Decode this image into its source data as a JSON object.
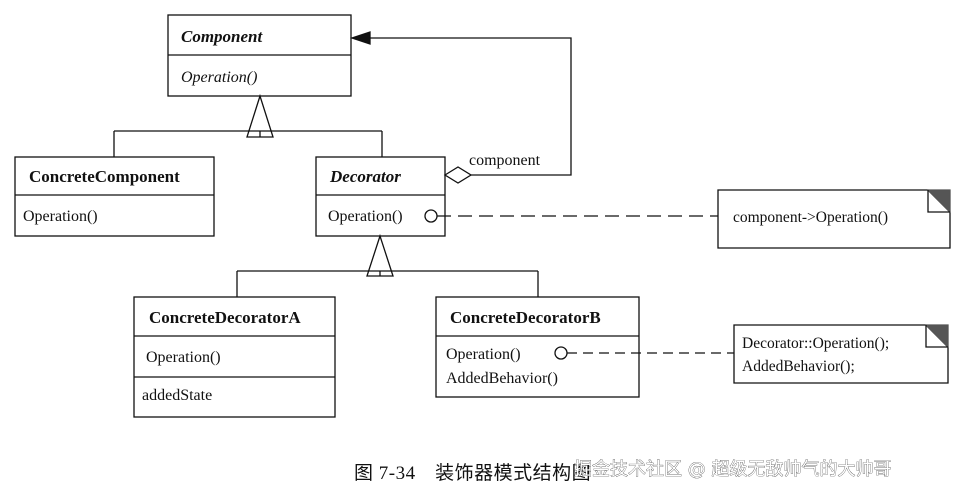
{
  "classes": {
    "component": {
      "name": "Component",
      "operations": [
        "Operation()"
      ]
    },
    "concrete_component": {
      "name": "ConcreteComponent",
      "operations": [
        "Operation()"
      ]
    },
    "decorator": {
      "name": "Decorator",
      "operations": [
        "Operation()"
      ]
    },
    "concrete_decorator_a": {
      "name": "ConcreteDecoratorA",
      "operations": [
        "Operation()"
      ],
      "attributes": [
        "addedState"
      ]
    },
    "concrete_decorator_b": {
      "name": "ConcreteDecoratorB",
      "operations": [
        "Operation()",
        "AddedBehavior()"
      ]
    }
  },
  "association": {
    "label": "component"
  },
  "notes": {
    "decorator_note": [
      "component->Operation()"
    ],
    "decorator_b_note": [
      "Decorator::Operation();",
      "AddedBehavior();"
    ]
  },
  "caption": "图 7-34　装饰器模式结构图",
  "watermark": "掘金技术社区 @ 超级无敌帅气的大帅哥",
  "colors": {
    "line": "#111111",
    "note_corner": "#555555",
    "background": "#ffffff"
  }
}
